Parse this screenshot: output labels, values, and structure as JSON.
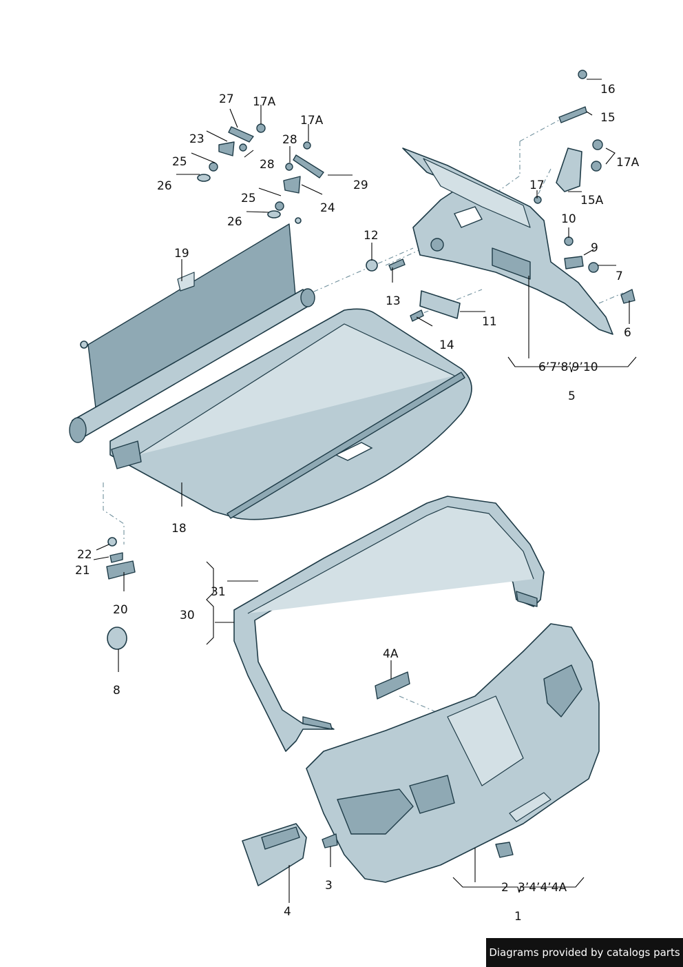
{
  "callouts": {
    "c1": "1",
    "c2": "2",
    "c2group": "3’4’4’4A",
    "c3": "3",
    "c4": "4",
    "c4A": "4A",
    "c5": "5",
    "c5group": "6’7’8’9’10",
    "c6": "6",
    "c7": "7",
    "c8": "8",
    "c9": "9",
    "c10": "10",
    "c11": "11",
    "c12": "12",
    "c13": "13",
    "c14": "14",
    "c15": "15",
    "c15A": "15A",
    "c16": "16",
    "c17": "17",
    "c17A_a": "17A",
    "c17A_b": "17A",
    "c17A_c": "17A",
    "c18": "18",
    "c19": "19",
    "c20": "20",
    "c21": "21",
    "c22": "22",
    "c23": "23",
    "c24": "24",
    "c25_a": "25",
    "c25_b": "25",
    "c26_a": "26",
    "c26_b": "26",
    "c27": "27",
    "c28_a": "28",
    "c28_b": "28",
    "c29": "29",
    "c30": "30",
    "c31": "31"
  },
  "footer": {
    "credit": "Diagrams provided by catalogs parts"
  },
  "colors": {
    "part_fill": "#b9ccd4",
    "part_outline": "#1e3b47",
    "footer_bg": "#111111"
  }
}
